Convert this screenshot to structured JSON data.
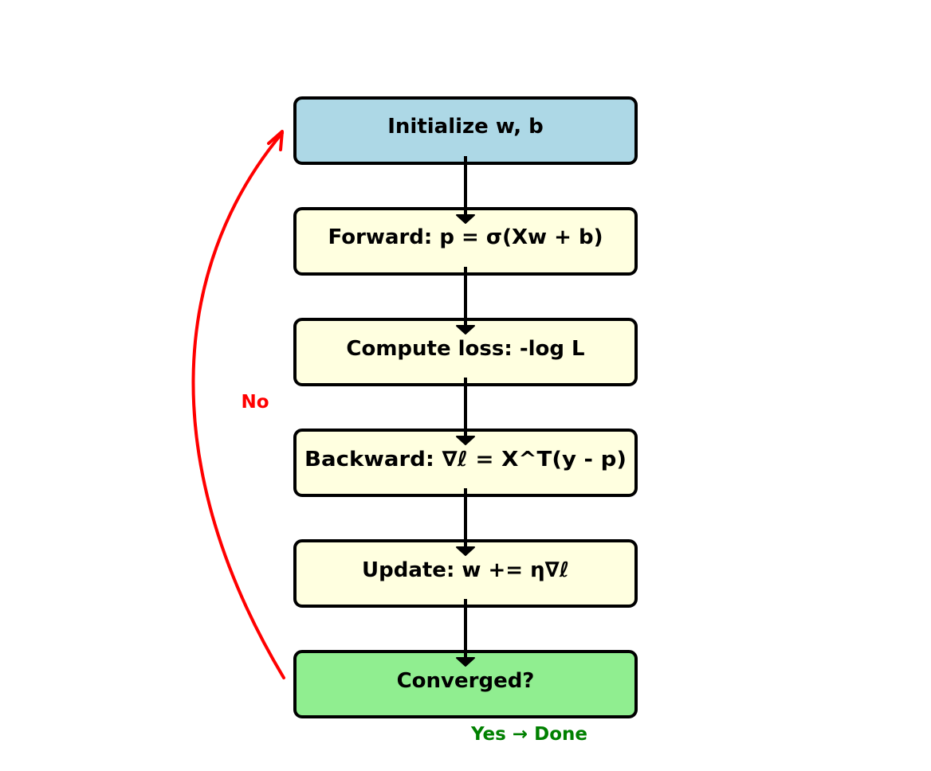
{
  "steps": [
    {
      "label": "Initialize w, b",
      "fill": "#add8e6"
    },
    {
      "label": "Forward: p = σ(Xw + b)",
      "fill": "#ffffe0"
    },
    {
      "label": "Compute loss: -log L",
      "fill": "#ffffe0"
    },
    {
      "label": "Backward: ∇ℓ = X^T(y - p)",
      "fill": "#ffffe0"
    },
    {
      "label": "Update: w += η∇ℓ",
      "fill": "#ffffe0"
    },
    {
      "label": "Converged?",
      "fill": "#90ee90"
    }
  ],
  "loop": {
    "label": "No",
    "color": "#ff0000"
  },
  "exit": {
    "label": "Yes → Done",
    "color": "#008000"
  },
  "colors": {
    "stroke": "#000000"
  }
}
